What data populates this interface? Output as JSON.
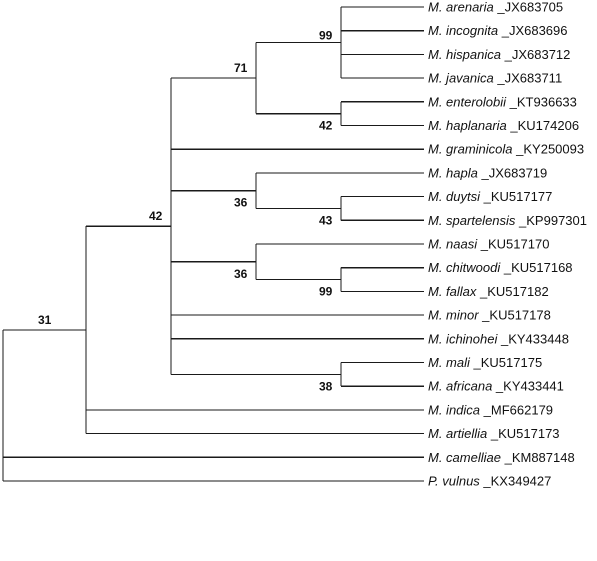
{
  "tree": {
    "leaves": [
      {
        "name": "M. arenaria",
        "accession": "JX683705"
      },
      {
        "name": "M. incognita",
        "accession": "JX683696"
      },
      {
        "name": "M. hispanica",
        "accession": "JX683712"
      },
      {
        "name": "M. javanica",
        "accession": "JX683711"
      },
      {
        "name": "M. enterolobii",
        "accession": "KT936633"
      },
      {
        "name": "M. haplanaria",
        "accession": "KU174206"
      },
      {
        "name": "M. graminicola",
        "accession": "KY250093"
      },
      {
        "name": "M. hapla",
        "accession": "JX683719"
      },
      {
        "name": "M. duytsi",
        "accession": "KU517177"
      },
      {
        "name": "M. spartelensis",
        "accession": "KP997301"
      },
      {
        "name": "M. naasi",
        "accession": "KU517170"
      },
      {
        "name": "M. chitwoodi",
        "accession": "KU517168"
      },
      {
        "name": "M. fallax",
        "accession": "KU517182"
      },
      {
        "name": "M. minor",
        "accession": "KU517178"
      },
      {
        "name": "M. ichinohei",
        "accession": "KY433448"
      },
      {
        "name": "M. mali",
        "accession": "KU517175"
      },
      {
        "name": "M. africana",
        "accession": "KY433441"
      },
      {
        "name": "M. indica",
        "accession": "MF662179"
      },
      {
        "name": "M. artiellia",
        "accession": "KU517173"
      },
      {
        "name": "M. camelliae",
        "accession": "KM887148"
      },
      {
        "name": "P. vulnus",
        "accession": "KX349427"
      }
    ],
    "support_values": {
      "clade_arenaria_javanica": "99",
      "clade_enterolobii_haplanaria": "42",
      "clade_tropical": "71",
      "clade_duytsi_spartelensis": "43",
      "clade_hapla": "36",
      "clade_chitwoodi_fallax": "99",
      "clade_naasi": "36",
      "clade_mali_africana": "38",
      "clade_main": "42",
      "clade_ingroup": "31"
    }
  }
}
